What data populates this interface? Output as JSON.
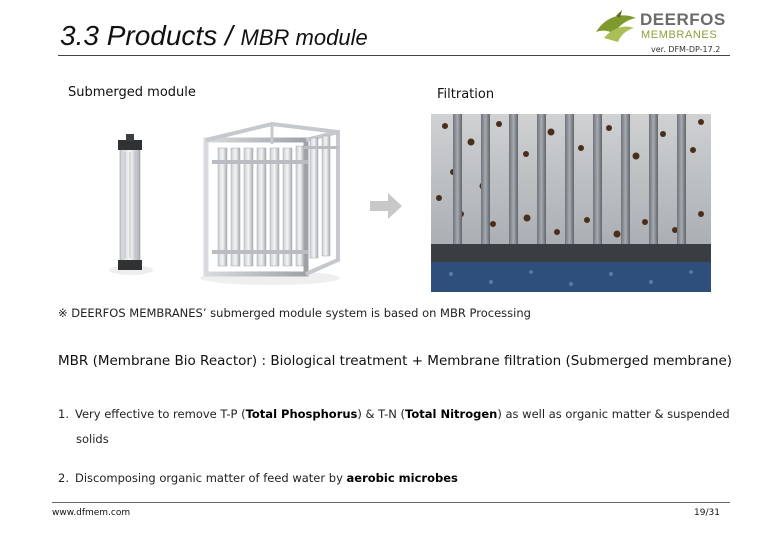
{
  "header": {
    "title_main": "3.3 Products / ",
    "title_sub": "MBR module",
    "logo_line1": "DEERFOS",
    "logo_line2": "MEMBRANES",
    "version": "ver. DFM-DP-17.2"
  },
  "labels": {
    "submerged": "Submerged module",
    "filtration": "Filtration"
  },
  "note": "※ DEERFOS MEMBRANES’ submerged module system is based on MBR Processing",
  "mbr": {
    "part1": "MBR (Membrane Bio Reactor) : Biological treatment + Membrane filtration",
    "part2": " (Submerged membrane)"
  },
  "items": [
    {
      "num": "1.",
      "pre": "Very effective to remove T-P (",
      "b1": "Total Phosphorus",
      "mid": ") & T-N (",
      "b2": "Total Nitrogen",
      "post": ") as well as organic matter & suspended",
      "cont": "solids"
    },
    {
      "num": "2.",
      "pre": "Discomposing organic matter of feed water by ",
      "b1": "aerobic microbes"
    }
  ],
  "footer": {
    "url": "www.dfmem.com",
    "page": "19/31"
  },
  "colors": {
    "logo_grey": "#6b6b6b",
    "logo_green": "#8aa23c",
    "membrane": "#8c9198",
    "water_blue": "#2d4f7a"
  }
}
